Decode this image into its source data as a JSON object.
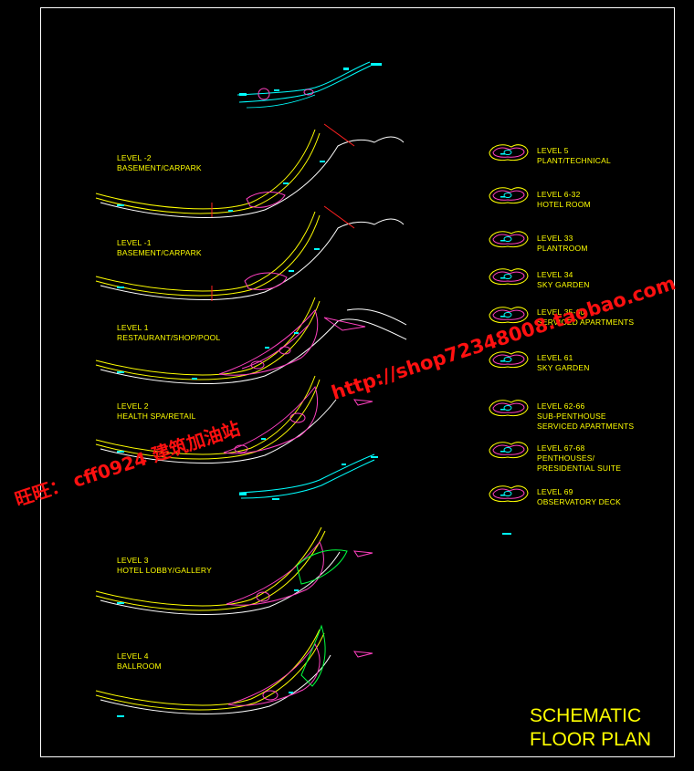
{
  "plan_levels": [
    {
      "line1": "LEVEL -2",
      "line2": "BASEMENT/CARPARK"
    },
    {
      "line1": "LEVEL -1",
      "line2": "BASEMENT/CARPARK"
    },
    {
      "line1": "LEVEL 1",
      "line2": "RESTAURANT/SHOP/POOL"
    },
    {
      "line1": "LEVEL 2",
      "line2": "HEALTH SPA/RETAIL"
    },
    {
      "line1": "LEVEL 3",
      "line2": "HOTEL LOBBY/GALLERY"
    },
    {
      "line1": "LEVEL 4",
      "line2": "BALLROOM"
    }
  ],
  "legend": [
    {
      "line1": "LEVEL 5",
      "line2": "PLANT/TECHNICAL"
    },
    {
      "line1": "LEVEL 6-32",
      "line2": "HOTEL ROOM"
    },
    {
      "line1": "LEVEL 33",
      "line2": "PLANTROOM"
    },
    {
      "line1": "LEVEL 34",
      "line2": "SKY GARDEN"
    },
    {
      "line1": "LEVEL 35-60",
      "line2": "SERVICED APARTMENTS"
    },
    {
      "line1": "LEVEL 61",
      "line2": "SKY GARDEN"
    },
    {
      "line1": "LEVEL 62-66",
      "line2": "SUB-PENTHOUSE",
      "line3": "SERVICED APARTMENTS"
    },
    {
      "line1": "LEVEL 67-68",
      "line2": "PENTHOUSES/",
      "line3": "PRESIDENTIAL SUITE"
    },
    {
      "line1": "LEVEL 69",
      "line2": "OBSERVATORY DECK"
    }
  ],
  "title": {
    "line1": "SCHEMATIC",
    "line2": "FLOOR PLAN"
  },
  "watermark": {
    "url": "http://shop72348008.taobao.com",
    "shop": "旺旺： cff0924 建筑加油站"
  },
  "colors": {
    "frame": "#ffffff",
    "text": "#ffff00",
    "road": "#ffff00",
    "curve": "#ffffff",
    "magenta": "#ff40c0",
    "cyan": "#00ffff",
    "green": "#00ff40",
    "red": "#ff2020",
    "watermark": "#ff1010"
  }
}
